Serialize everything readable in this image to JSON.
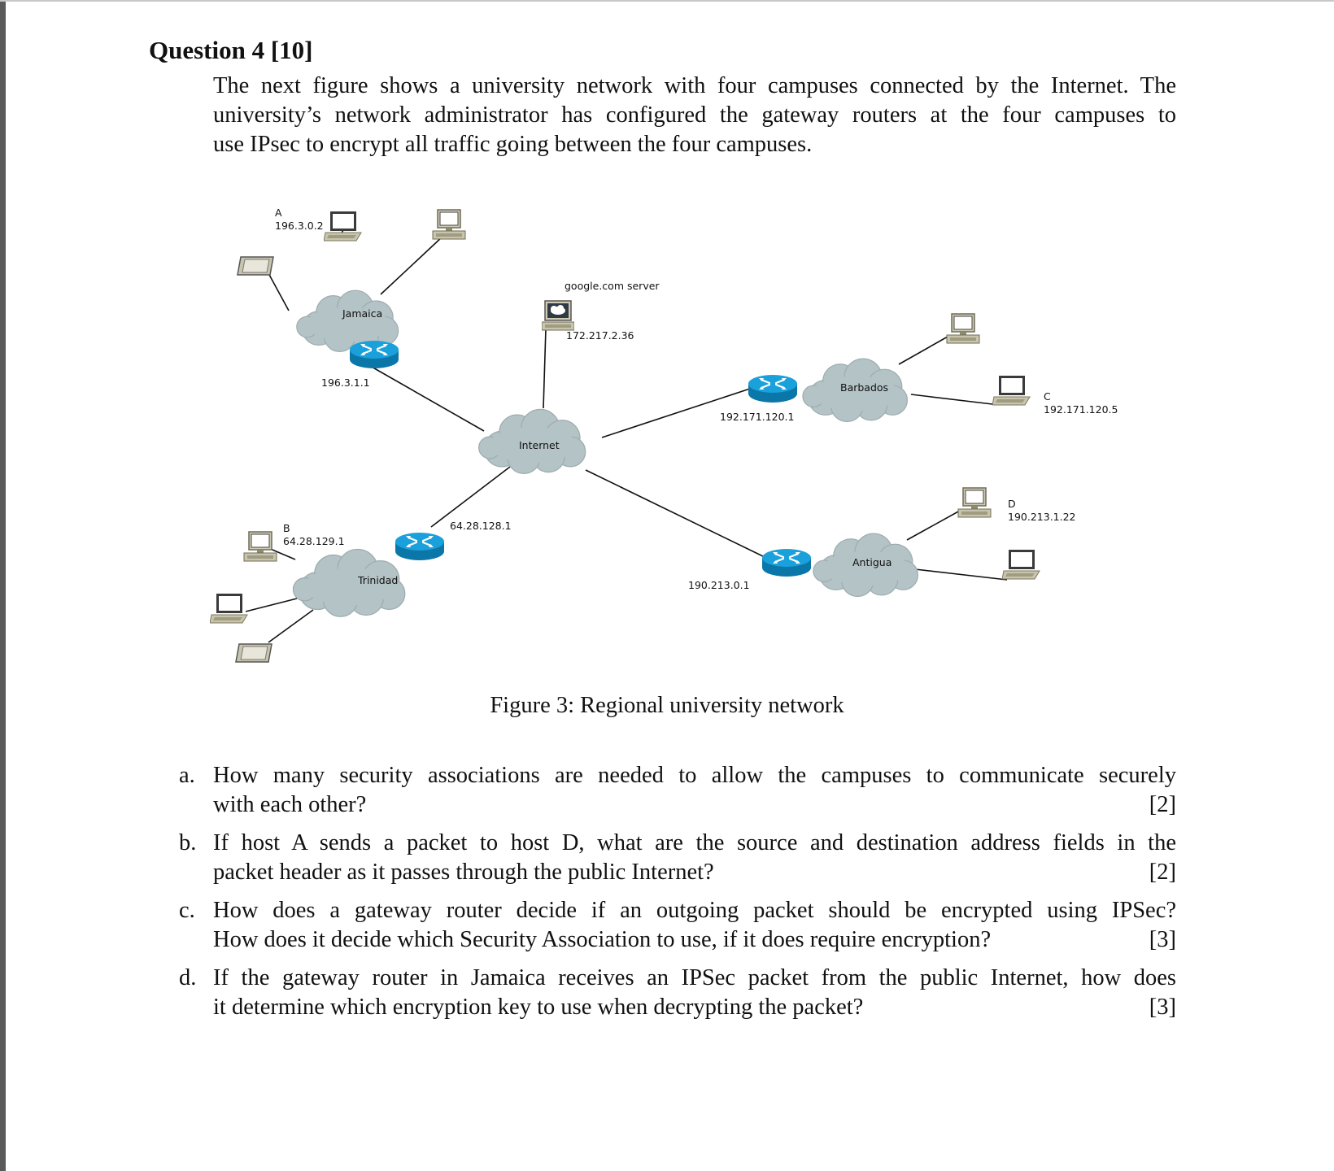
{
  "question": {
    "title": "Question 4  [10]"
  },
  "intro": [
    "The next figure shows a university network with four campuses connected by the Internet. The",
    "university’s network administrator has configured the gateway routers at the four campuses to",
    "use IPsec to encrypt all traffic going between the four campuses."
  ],
  "figure": {
    "internet": "Internet",
    "server": {
      "label": "google.com server",
      "ip": "172.217.2.36"
    },
    "campuses": {
      "jamaica": {
        "name": "Jamaica",
        "router_ip": "196.3.1.1",
        "host_letter": "A",
        "host_ip": "196.3.0.2"
      },
      "trinidad": {
        "name": "Trinidad",
        "router_ip": "64.28.128.1",
        "host_letter": "B",
        "host_ip": "64.28.129.1"
      },
      "barbados": {
        "name": "Barbados",
        "router_ip": "192.171.120.1",
        "host_letter": "C",
        "host_ip": "192.171.120.5"
      },
      "antigua": {
        "name": "Antigua",
        "router_ip": "190.213.0.1",
        "host_letter": "D",
        "host_ip": "190.213.1.22"
      }
    },
    "caption": "Figure 3: Regional university network"
  },
  "questions": [
    {
      "letter": "a.",
      "line1": "How many security associations are needed to allow the campuses to communicate securely",
      "line2": "with each other?",
      "marks": "[2]"
    },
    {
      "letter": "b.",
      "line1": "If host A sends a packet to host D, what are the source and destination address fields in the",
      "line2": "packet header as it passes through the public Internet?",
      "marks": "[2]"
    },
    {
      "letter": "c.",
      "line1": "How does a gateway router decide if an outgoing packet should be encrypted using IPSec?",
      "line2": "How does it decide which Security Association to use, if it does require encryption?",
      "marks": "[3]"
    },
    {
      "letter": "d.",
      "line1": "If the gateway router in Jamaica receives an IPSec packet from the public Internet, how does",
      "line2": "it determine which encryption key to use when decrypting the packet?",
      "marks": "[3]"
    }
  ],
  "colors": {
    "cloud": "#b4c3c6",
    "router": "#1aa0db",
    "router_dark": "#0b76a8"
  }
}
